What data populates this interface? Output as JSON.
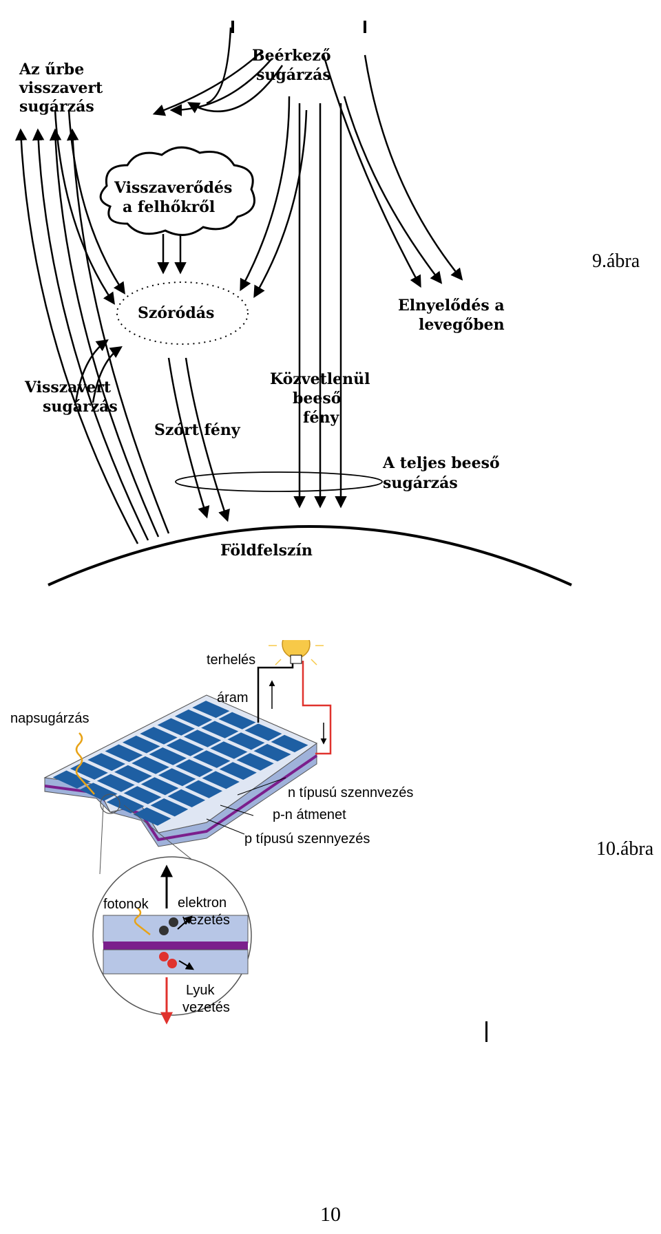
{
  "figure9": {
    "caption": "9.ábra",
    "labels": {
      "space_reflected_1": "Az űrbe",
      "space_reflected_2": "visszavert",
      "space_reflected_3": "sugárzás",
      "incoming_1": "Beérkező",
      "incoming_2": "sugárzás",
      "cloud_1": "Visszaverődés",
      "cloud_2": "a felhőkről",
      "scattering": "Szóródás",
      "absorption_1": "Elnyelődés  a",
      "absorption_2": "levegőben",
      "reflected_1": "Visszavert",
      "reflected_2": "sugárzás",
      "direct_1": "Közvetlenül",
      "direct_2": "beeső",
      "direct_3": "fény",
      "scattered_light": "Szórt fény",
      "total_1": "A teljes beeső",
      "total_2": "sugárzás",
      "surface": "Földfelszín"
    }
  },
  "figure10": {
    "caption": "10.ábra",
    "labels": {
      "load": "terhelés",
      "current": "áram",
      "solar_radiation": "napsugárzás",
      "n_type": "n típusú szennvezés",
      "pn_junction": "p-n átmenet",
      "p_type": "p típusú szennyezés",
      "photons": "fotonok",
      "electron_1": "elektron",
      "electron_2": "vezetés",
      "hole_1": "Lyuk",
      "hole_2": "vezetés"
    },
    "colors": {
      "cells": "#1e5fa3",
      "substrate": "#b7c6e6",
      "junction": "#7b1f8c",
      "wire_red": "#e0322d",
      "photon": "#e8a317",
      "bulb": "#f7c948"
    }
  },
  "page_number": "10"
}
